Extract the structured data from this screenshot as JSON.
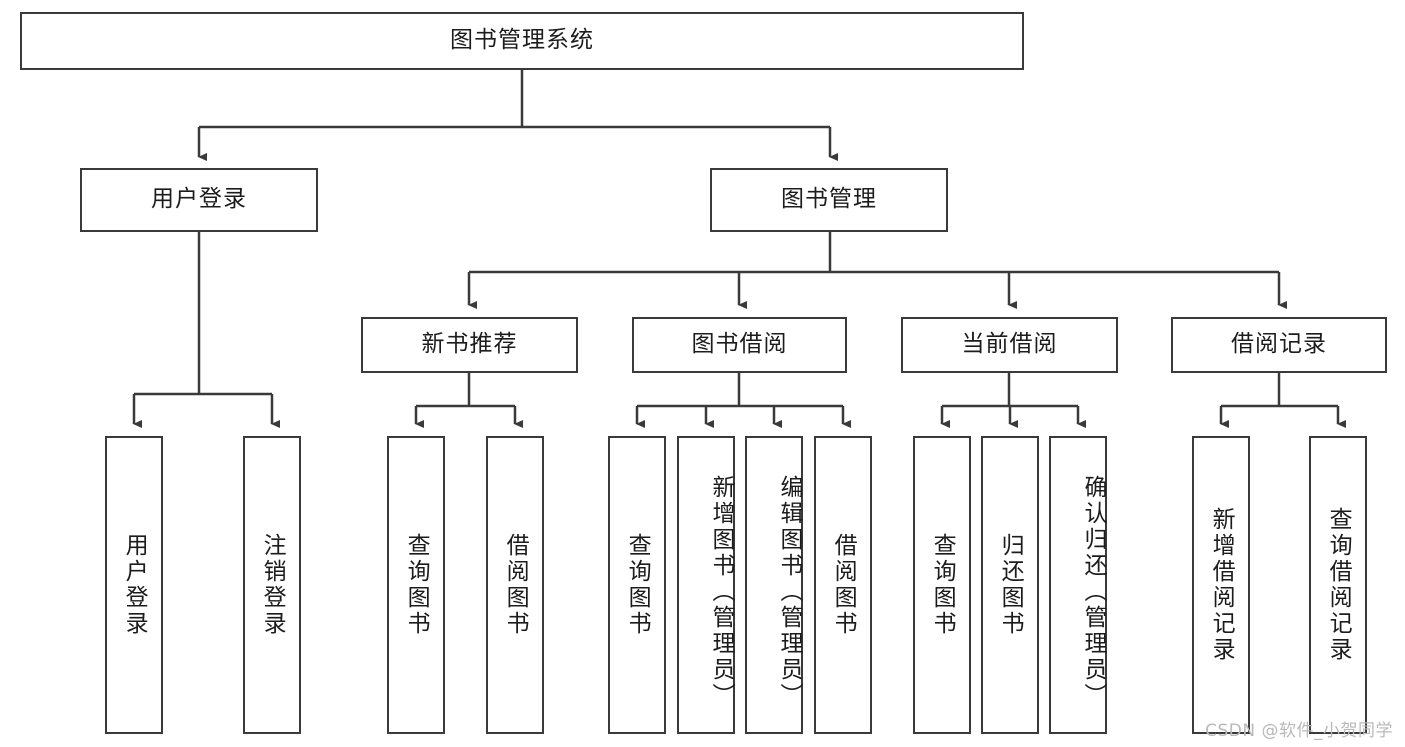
{
  "diagram": {
    "title": "图书管理系统",
    "type": "tree-hierarchy-diagram",
    "root": {
      "label": "图书管理系统"
    },
    "level2": [
      {
        "label": "用户登录"
      },
      {
        "label": "图书管理"
      }
    ],
    "level3": [
      {
        "label": "新书推荐"
      },
      {
        "label": "图书借阅"
      },
      {
        "label": "当前借阅"
      },
      {
        "label": "借阅记录"
      }
    ],
    "leaves": {
      "user_login": [
        {
          "label": "用户登录"
        },
        {
          "label": "注销登录"
        }
      ],
      "new_book_recommend": [
        {
          "label": "查询图书"
        },
        {
          "label": "借阅图书"
        }
      ],
      "book_borrow": [
        {
          "label": "查询图书"
        },
        {
          "label": "新增图书（管理员）"
        },
        {
          "label": "编辑图书（管理员）"
        },
        {
          "label": "借阅图书"
        }
      ],
      "current_borrow": [
        {
          "label": "查询图书"
        },
        {
          "label": "归还图书"
        },
        {
          "label": "确认归还（管理员）"
        }
      ],
      "borrow_record": [
        {
          "label": "新增借阅记录"
        },
        {
          "label": "查询借阅记录"
        }
      ]
    }
  },
  "watermark": {
    "text": "CSDN @软件_小贺同学"
  },
  "colors": {
    "stroke": "#3a3a3a",
    "background": "#ffffff",
    "text": "#1c1c1c",
    "watermark": "#b9b9b9"
  }
}
